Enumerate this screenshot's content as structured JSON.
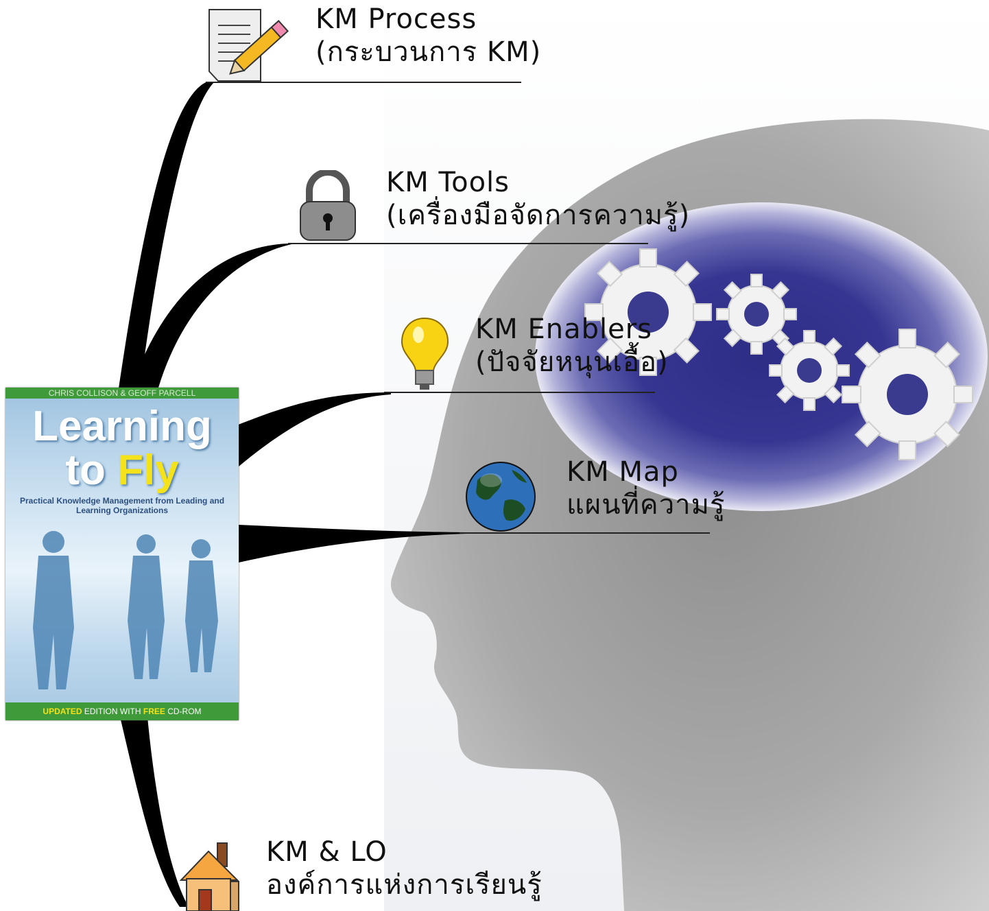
{
  "branches": [
    {
      "title": "KM Process",
      "subtitle": "(กระบวนการ KM)",
      "icon": "pencil-paper-icon"
    },
    {
      "title": "KM Tools",
      "subtitle": "(เครื่องมือจัดการความรู้)",
      "icon": "padlock-icon"
    },
    {
      "title": "KM Enablers",
      "subtitle": "(ปัจจัยหนุนเอื้อ)",
      "icon": "lightbulb-icon"
    },
    {
      "title": "KM Map",
      "subtitle": "แผนที่ความรู้",
      "icon": "globe-icon"
    },
    {
      "title": "KM & LO",
      "subtitle": "องค์การแห่งการเรียนรู้",
      "icon": "house-icon"
    }
  ],
  "book": {
    "authors": "CHRIS COLLISON & GEOFF PARCELL",
    "title_line1": "Learning",
    "title_line2_a": "to ",
    "title_line2_b": "Fly",
    "subtitle": "Practical Knowledge Management from Leading and Learning Organizations",
    "edition_a": "UPDATED",
    "edition_b": " EDITION WITH ",
    "edition_c": "FREE",
    "edition_d": " CD-ROM"
  },
  "colors": {
    "branch": "#000000",
    "head": "#9a9a9a",
    "brain": "#3a3a8e",
    "gear": "#ffffff"
  }
}
